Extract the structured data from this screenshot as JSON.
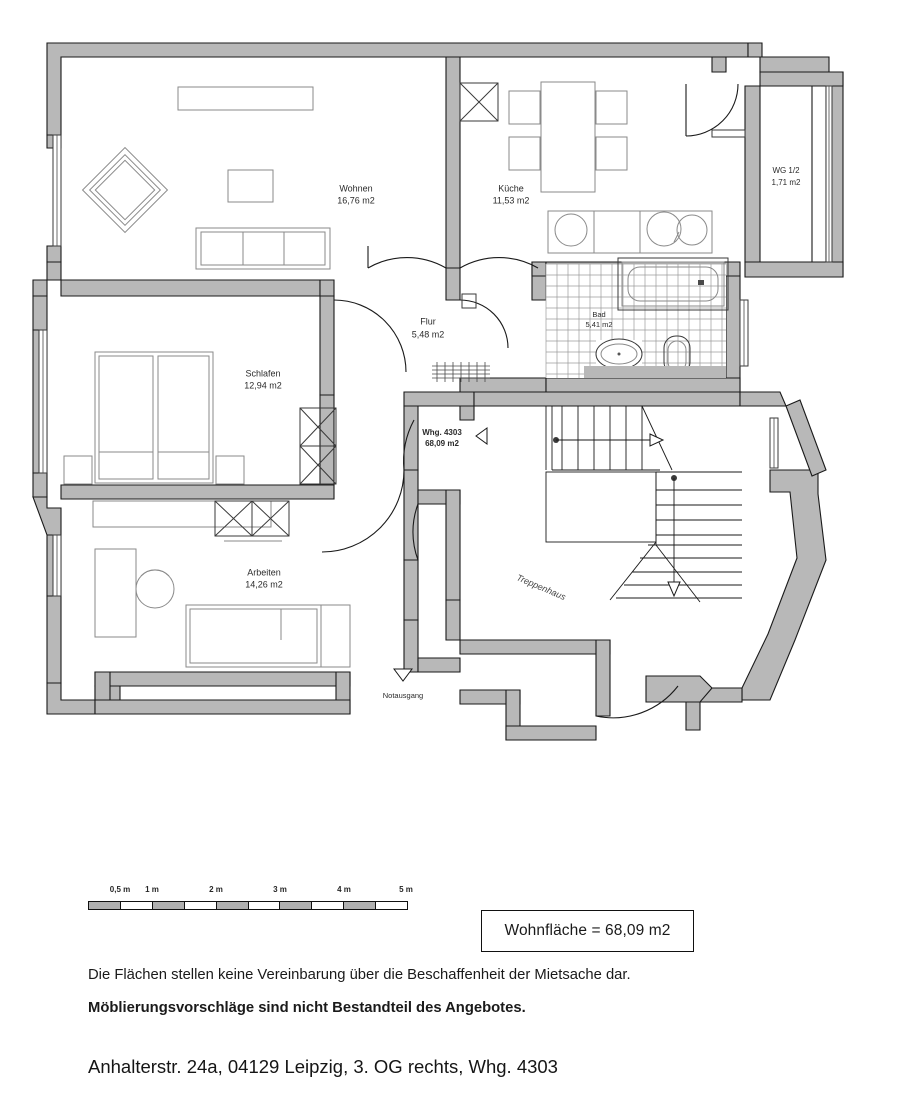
{
  "document": {
    "type": "floor-plan",
    "address_line": "Anhalterstr. 24a, 04129 Leipzig, 3. OG rechts, Whg. 4303"
  },
  "rooms": [
    {
      "id": "wohnen",
      "name": "Wohnen",
      "area": "16,76 m2"
    },
    {
      "id": "kueche",
      "name": "Küche",
      "area": "11,53 m2"
    },
    {
      "id": "flur",
      "name": "Flur",
      "area": "5,48 m2"
    },
    {
      "id": "schlafen",
      "name": "Schlafen",
      "area": "12,94 m2"
    },
    {
      "id": "arbeiten",
      "name": "Arbeiten",
      "area": "14,26 m2"
    },
    {
      "id": "bad",
      "name": "Bad",
      "area": "5,41 m2"
    },
    {
      "id": "wg",
      "name": "WG 1/2",
      "area": "1,71 m2"
    }
  ],
  "unit_marker": {
    "name": "Whg. 4303",
    "area": "68,09 m2"
  },
  "annotations": {
    "stairwell": "Treppenhaus",
    "emergency_exit": "Notausgang"
  },
  "scale": {
    "ticks": [
      "0,5 m",
      "1 m",
      "2 m",
      "3 m",
      "4 m",
      "5 m"
    ],
    "segments": [
      "on",
      "off",
      "on",
      "off",
      "on",
      "off",
      "on",
      "off",
      "on",
      "off"
    ]
  },
  "area_box": {
    "label": "Wohnfläche = 68,09 m2"
  },
  "notes": {
    "line1": "Die Flächen stellen keine Vereinbarung über die Beschaffenheit der Mietsache dar.",
    "line2": "Möblierungsvorschläge sind nicht Bestandteil des Angebotes."
  },
  "colors": {
    "wall_fill": "#b8b8b8",
    "wall_stroke": "#1a1a1a",
    "furniture_stroke": "#8a8a8a",
    "background": "#ffffff"
  }
}
